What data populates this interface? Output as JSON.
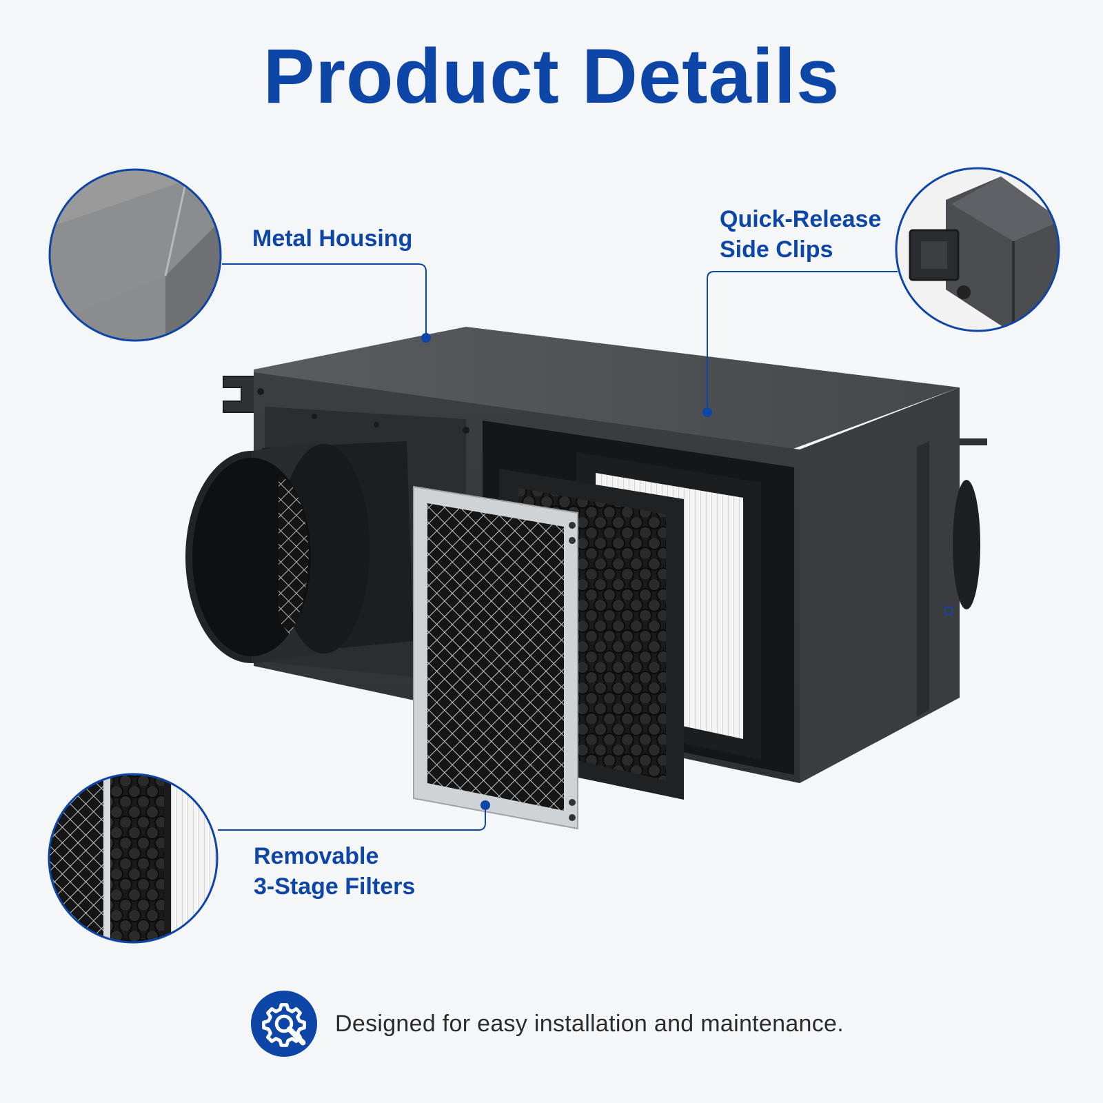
{
  "page": {
    "title": "Product Details",
    "callouts": {
      "metal_housing": {
        "label": "Metal Housing"
      },
      "side_clips": {
        "line1": "Quick-Release",
        "line2": "Side Clips"
      },
      "filters": {
        "line1": "Removable",
        "line2": "3-Stage Filters"
      }
    },
    "footer": {
      "icon": "gear-wrench-icon",
      "text": "Designed for easy installation and maintenance."
    }
  },
  "colors": {
    "accent_blue": "#0d46a6",
    "background": "#f5f6f8",
    "housing_gray": "#4a4c50",
    "text_dark": "#2b2b2b"
  }
}
